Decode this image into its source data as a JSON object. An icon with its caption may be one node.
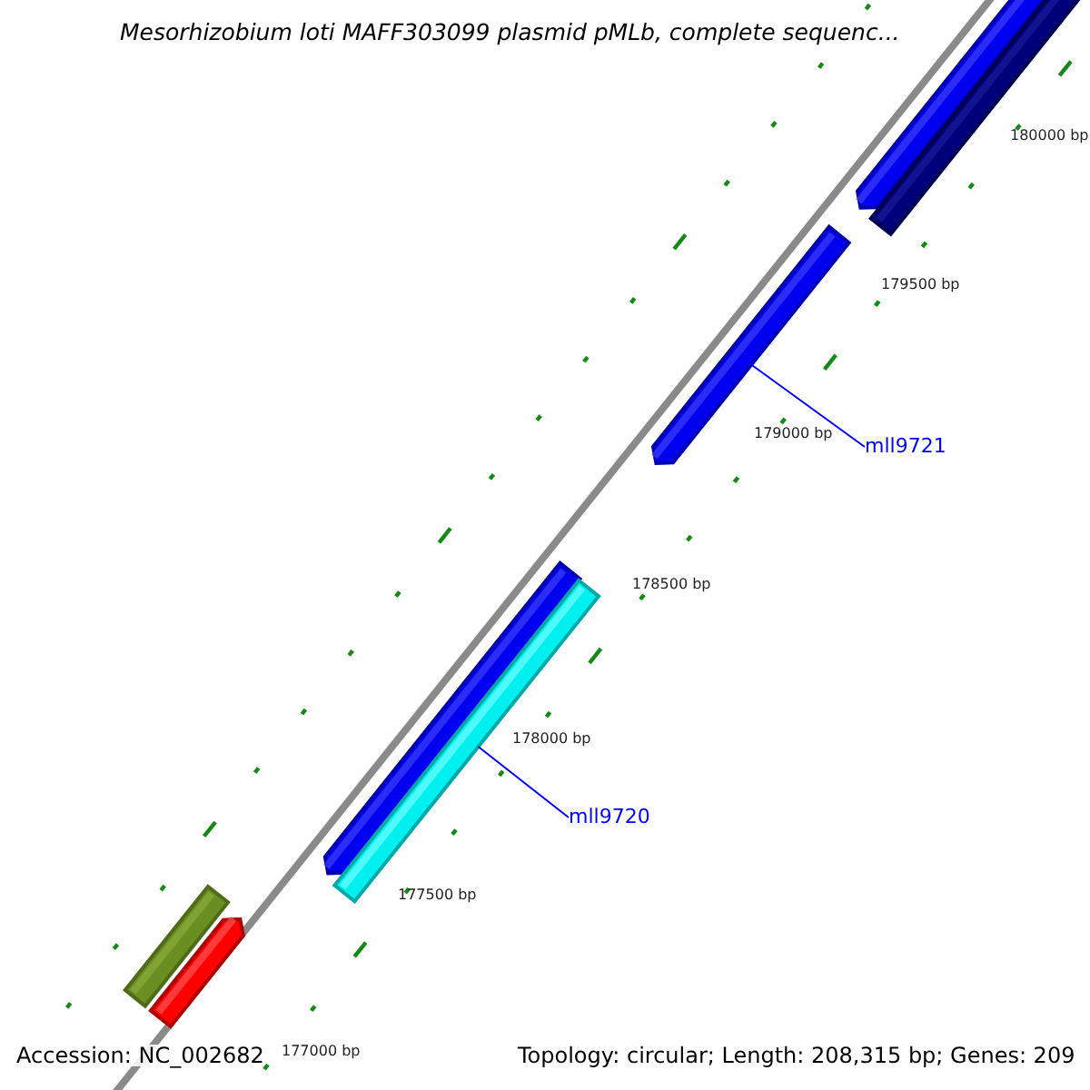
{
  "diagram": {
    "title": "Mesorhizobium loti MAFF303099 plasmid pMLb, complete sequenc...",
    "nodes": [
      {
        "text": [],
        "shape": "arrow"
      },
      {
        "text": [
          "mll9721"
        ]
      },
      {
        "text": [],
        "shape": "arrow"
      },
      {
        "text": [
          "mll9720"
        ]
      }
    ],
    "edges": [
      {
        "from": 1,
        "to": 0,
        "arrow": "none"
      },
      {
        "from": 3,
        "to": 2,
        "arrow": "none"
      }
    ],
    "labels": [
      "180000 bp",
      "179500 bp",
      "179000 bp",
      "178500 bp",
      "178000 bp",
      "177500 bp",
      "177000 bp",
      "Accession: NC_002682",
      "Topology: circular; Length: 208,315 bp; Genes: 209"
    ]
  }
}
